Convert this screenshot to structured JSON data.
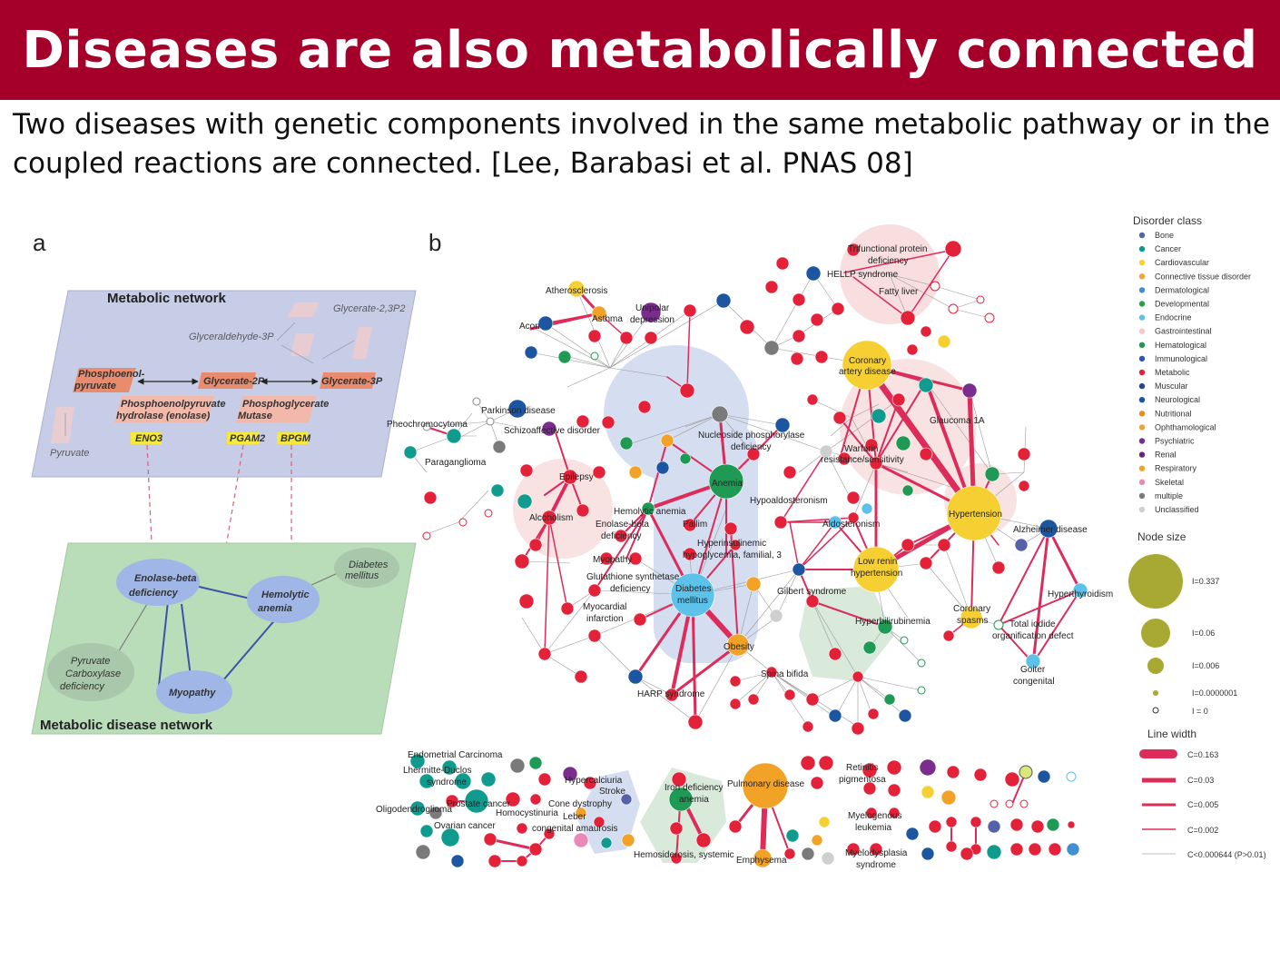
{
  "slide": {
    "title": "Diseases are also metabolically connected",
    "subtitle": "Two diseases with genetic components involved in the same metabolic pathway or in the coupled reactions are connected. [Lee, Barabasi et al. PNAS 08]"
  },
  "panel_a": {
    "letter": "a",
    "metabolic_title": "Metabolic network",
    "disease_title": "Metabolic disease network",
    "metabolites": {
      "glycerate23p2": "Glycerate-2,3P2",
      "glyceraldehyde3p": "Glyceraldehyde-3P",
      "phosphoenolpyruvate_1": "Phosphoenol-",
      "phosphoenolpyruvate_2": "pyruvate",
      "glycerate2p": "Glycerate-2P",
      "glycerate3p": "Glycerate-3P",
      "pyruvate": "Pyruvate"
    },
    "enzymes": {
      "enolase_1": "Phosphoenolpyruvate",
      "enolase_2": "hydrolase (enolase)",
      "mutase_1": "Phosphoglycerate",
      "mutase_2": "Mutase"
    },
    "genes": [
      "ENO3",
      "PGAM2",
      "BPGM"
    ],
    "diseases": {
      "enolase_beta_1": "Enolase-beta",
      "enolase_beta_2": "deficiency",
      "hemolytic_1": "Hemolytic",
      "hemolytic_2": "anemia",
      "diabetes_1": "Diabetes",
      "diabetes_2": "mellitus",
      "pyruvate_carb_1": "Pyruvate",
      "pyruvate_carb_2": "Carboxylase",
      "pyruvate_carb_3": "deficiency",
      "myopathy": "Myopathy"
    }
  },
  "panel_b": {
    "letter": "b",
    "labels": {
      "atherosclerosis": "Atherosclerosis",
      "acon": "Acon",
      "asthma": "Asthma",
      "unipolar_1": "Unipolar",
      "unipolar_2": "depression",
      "trifunctional_1": "Trifunctional protein",
      "trifunctional_2": "deficiency",
      "hellp": "HELLP syndrome",
      "fatty_liver": "Fatty liver",
      "coronary_ad_1": "Coronary",
      "coronary_ad_2": "artery disease",
      "glaucoma": "Glaucoma 1A",
      "parkinson": "Parkinson disease",
      "pheochromocytoma": "Pheochromocytoma",
      "schizoaffective": "Schizoaffective disorder",
      "paraganglioma": "Paraganglioma",
      "nucleoside_1": "Nucleoside phosphorylase",
      "nucleoside_2": "deficiency",
      "warfarin_1": "Warfarin",
      "warfarin_2": "resistance/sensitivity",
      "epilepsy": "Epilepsy",
      "anemia": "Anemia",
      "hemolytic_anemia": "Hemolytic anemia",
      "hypoaldosteronism": "Hypoaldosteronism",
      "hypertension": "Hypertension",
      "alcoholism": "Alcoholism",
      "enolase_1": "Enolase-beta",
      "enolase_2": "deficiency",
      "pallim": "Pallim",
      "aldosteronism": "Aldosteronism",
      "alzheimer": "Alzheimer disease",
      "hyperinsulinemic_1": "Hyperinsulinemic",
      "hyperinsulinemic_2": "hypoglycemia, familial, 3",
      "myopathy": "Myopathy",
      "low_renin_1": "Low renin",
      "low_renin_2": "hypertension",
      "glutathione_1": "Glutathione synthetase",
      "glutathione_2": "deficiency",
      "diabetes_1": "Diabetes",
      "diabetes_2": "mellitus",
      "gilbert": "Gilbert syndrome",
      "hyperthyroidism": "Hyperthyroidism",
      "myocardial_1": "Myocardial",
      "myocardial_2": "infarction",
      "hyperbilirubinemia": "Hyperbilirubinemia",
      "coronary_spasms_1": "Coronary",
      "coronary_spasms_2": "spasms",
      "total_iodide_1": "Total iodide",
      "total_iodide_2": "organification defect",
      "obesity": "Obesity",
      "goiter_1": "Goiter",
      "goiter_2": "congenital",
      "spina_bifida": "Spina bifida",
      "harp": "HARP syndrome",
      "endometrial": "Endometrial Carcinoma",
      "lhermitte_1": "Lhermitte-Duclos",
      "lhermitte_2": "syndrome",
      "oligodendroglioma": "Oligodendroglioma",
      "prostate": "Prostate cancer",
      "ovarian": "Ovarian cancer",
      "hypercalciuria": "Hypercalciuria",
      "stroke": "Stroke",
      "cone_dystrophy": "Cone dystrophy",
      "homocystinuria": "Homocystinuria",
      "leber_1": "Leber",
      "leber_2": "congenital amaurosis",
      "iron_1": "Iron deficiency",
      "iron_2": "anemia",
      "hemosiderosis": "Hemosiderosis, systemic",
      "pulmonary": "Pulmonary disease",
      "emphysema": "Emphysema",
      "retinitis_1": "Retinitis",
      "retinitis_2": "pigmentosa",
      "myelogenous_1": "Myelogenous",
      "myelogenous_2": "leukemia",
      "myelodysplasia_1": "Myelodysplasia",
      "myelodysplasia_2": "syndrome"
    }
  },
  "legend": {
    "disorder_title": "Disorder class",
    "classes": [
      {
        "name": "Bone",
        "color": "#5561a8"
      },
      {
        "name": "Cancer",
        "color": "#0f9b8e"
      },
      {
        "name": "Cardiovascular",
        "color": "#f6d033"
      },
      {
        "name": "Connective tissue disorder",
        "color": "#f4a43a"
      },
      {
        "name": "Dermatological",
        "color": "#3f8fd1"
      },
      {
        "name": "Developmental",
        "color": "#2aa24a"
      },
      {
        "name": "Endocrine",
        "color": "#5cc2ea"
      },
      {
        "name": "Gastrointestinal",
        "color": "#f6c9c9"
      },
      {
        "name": "Hematological",
        "color": "#1e9a55"
      },
      {
        "name": "Immunological",
        "color": "#2f58a8"
      },
      {
        "name": "Metabolic",
        "color": "#e3223a"
      },
      {
        "name": "Muscular",
        "color": "#23468f"
      },
      {
        "name": "Neurological",
        "color": "#1d56a0"
      },
      {
        "name": "Nutritional",
        "color": "#f08a24"
      },
      {
        "name": "Ophthamological",
        "color": "#f2a13a"
      },
      {
        "name": "Psychiatric",
        "color": "#7b2d8e"
      },
      {
        "name": "Renal",
        "color": "#6a2579"
      },
      {
        "name": "Respiratory",
        "color": "#f2a327"
      },
      {
        "name": "Skeletal",
        "color": "#e88ab8"
      },
      {
        "name": "multiple",
        "color": "#7a7a7a"
      },
      {
        "name": "Unclassified",
        "color": "#cfcfcf"
      }
    ],
    "node_size_title": "Node size",
    "node_sizes": [
      "I=0.337",
      "I=0.06",
      "I=0.006",
      "I=0.0000001",
      "I = 0"
    ],
    "line_width_title": "Line width",
    "line_widths": [
      "C=0.163",
      "C=0.03",
      "C=0.005",
      "C=0.002",
      "C<0.000644 (P>0.01)"
    ]
  }
}
